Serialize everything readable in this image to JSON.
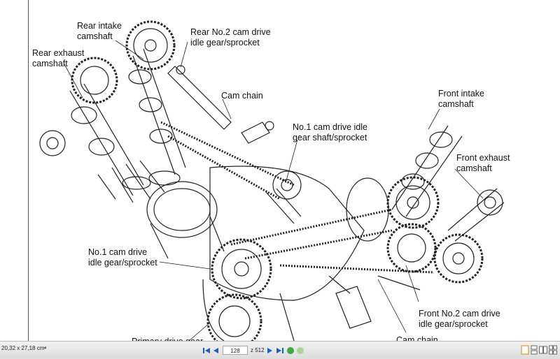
{
  "labels": {
    "rear_intake": "Rear intake\ncamshaft",
    "rear_no2": "Rear No.2 cam drive\nidle gear/sprocket",
    "rear_exhaust": "Rear exhaust\ncamshaft",
    "cam_chain_top": "Cam chain",
    "no1_shaft": "No.1 cam drive idle\ngear shaft/sprocket",
    "front_intake": "Front intake\ncamshaft",
    "front_exhaust": "Front exhaust\ncamshaft",
    "no1_gear": "No.1 cam drive\nidle gear/sprocket",
    "front_no2": "Front No.2 cam drive\nidle gear/sprocket",
    "cam_chain_bottom": "Cam chain",
    "primary_drive": "Primary drive gear"
  },
  "statusbar": {
    "page_size": "20,32 x 27,18 cm",
    "current_page": "128",
    "total_pages": "z 512"
  },
  "icons": [
    "first-page-icon",
    "prev-page-icon",
    "next-page-icon",
    "last-page-icon",
    "go-green-icon",
    "go-back-icon",
    "single-page-icon",
    "two-page-icon",
    "continuous-icon",
    "facing-icon",
    "fullscreen-icon"
  ]
}
